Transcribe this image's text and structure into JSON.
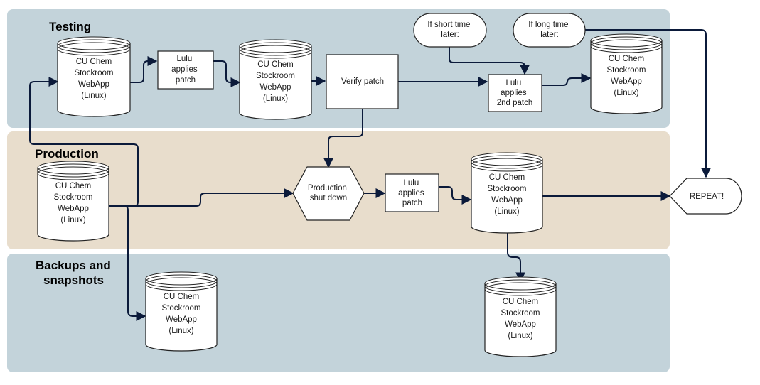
{
  "lanes": {
    "testing": "Testing",
    "production": "Production",
    "backups": "Backups and snapshots"
  },
  "nodes": {
    "db_label": [
      "CU Chem",
      "Stockroom",
      "WebApp",
      "(Linux)"
    ],
    "lulu_patch": [
      "Lulu",
      "applies",
      "patch"
    ],
    "lulu_patch_2nd": [
      "Lulu",
      "applies",
      "2nd patch"
    ],
    "verify_patch": "Verify patch",
    "production_shutdown": [
      "Production",
      "shut down"
    ],
    "short_time": [
      "If short time",
      "later:"
    ],
    "long_time": [
      "If long time",
      "later:"
    ],
    "repeat": "REPEAT!"
  },
  "colors": {
    "testing_lane": "#c3d3da",
    "production_lane": "#e8ddcc",
    "backups_lane": "#c3d3da",
    "arrow": "#0b1a3a"
  }
}
